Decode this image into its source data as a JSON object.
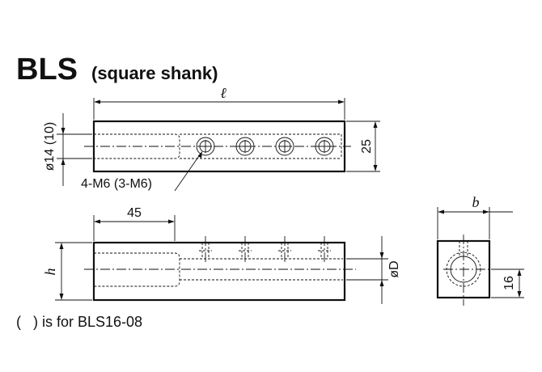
{
  "title": {
    "model": "BLS",
    "variant": "(square shank)"
  },
  "dimensions": {
    "length": "ℓ",
    "shank_dia": "ø14 (10)",
    "width": "25",
    "thread": "4-M6 (3-M6)",
    "bore_depth": "45",
    "height": "h",
    "bore_dia": "øD",
    "end_width": "b",
    "end_height": "16"
  },
  "footnote": "(   ) is for BLS16-08"
}
